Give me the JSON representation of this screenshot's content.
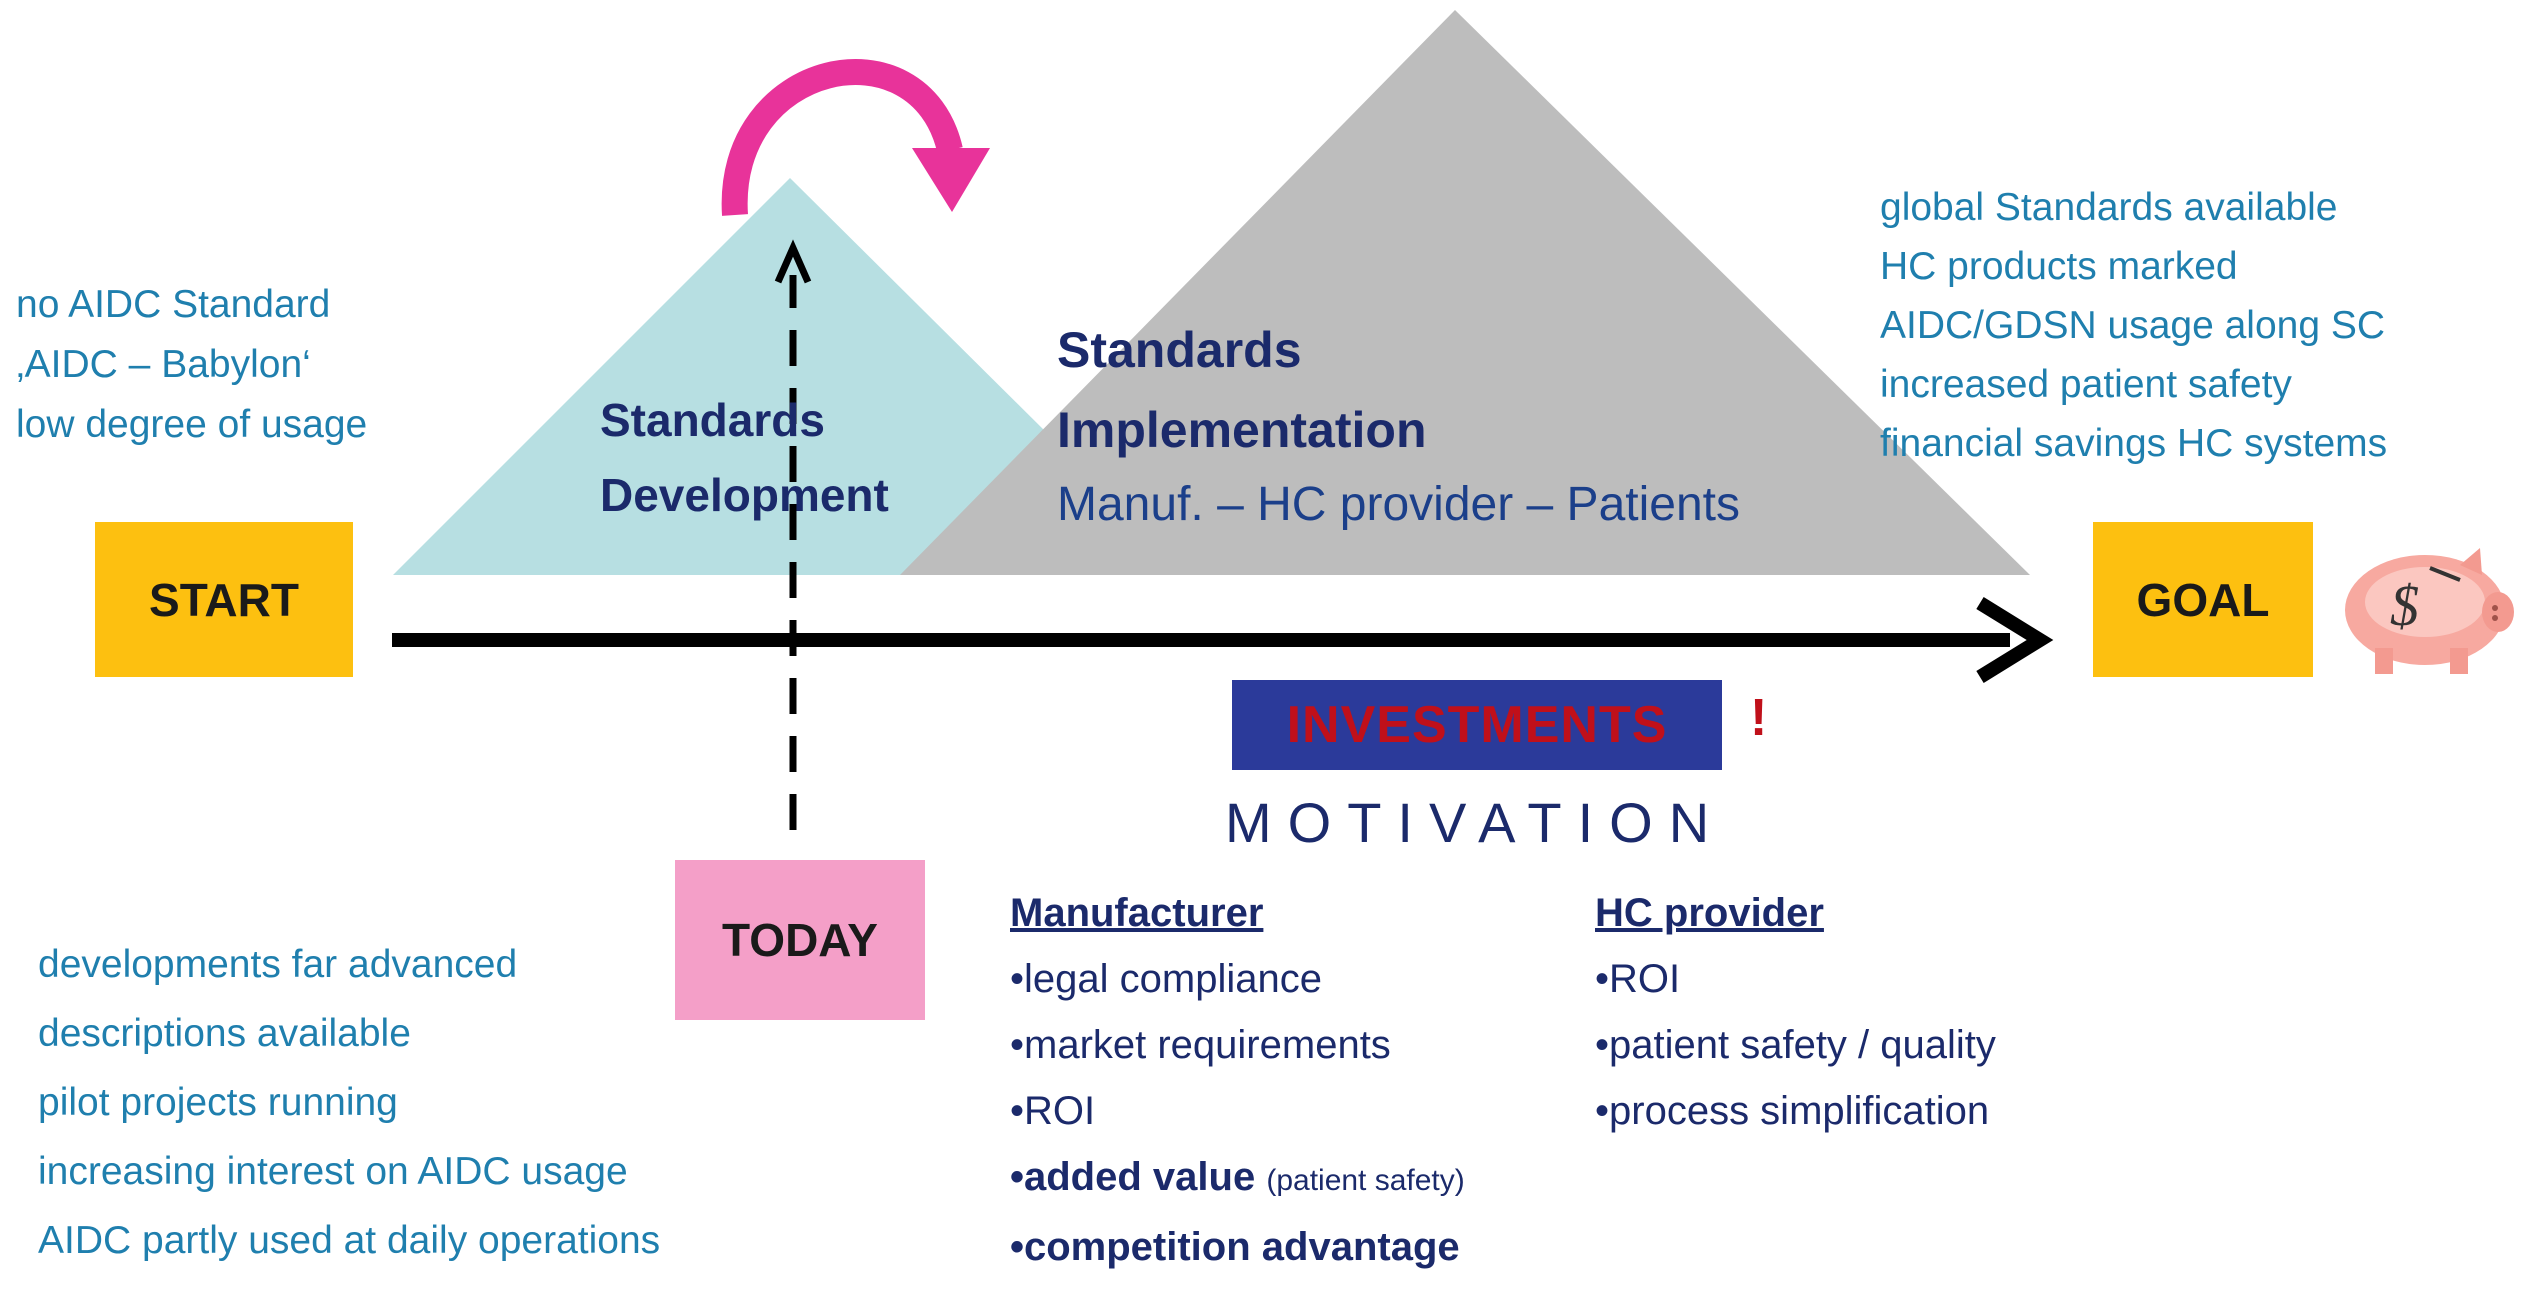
{
  "colors": {
    "start_box": "#FDC010",
    "goal_box": "#FDC010",
    "today_box": "#F49FC8",
    "dev_triangle": "#B7DFE2",
    "impl_triangle": "#BDBDBD",
    "curved_arrow": "#E8339A",
    "investments_bg": "#2B3A9A",
    "investments_text": "#C0101A",
    "blue_text": "#1F7FAE",
    "navy_text": "#1B2A6B"
  },
  "start": {
    "label": "START",
    "notes": [
      "no AIDC Standard",
      "‚AIDC – Babylon‘",
      "low degree of usage"
    ]
  },
  "goal": {
    "label": "GOAL",
    "icon": "piggy-bank-icon",
    "notes": [
      "global Standards available",
      "HC products marked",
      "AIDC/GDSN usage along SC",
      "increased patient safety",
      "financial savings HC systems"
    ]
  },
  "today": {
    "label": "TODAY",
    "notes": [
      "developments far advanced",
      "descriptions available",
      "pilot projects running",
      "increasing interest on AIDC usage",
      "AIDC partly used at daily operations"
    ]
  },
  "development": {
    "line1": "Standards",
    "line2": "Development"
  },
  "implementation": {
    "line1": "Standards",
    "line2": "Implementation",
    "line3": "Manuf. – HC provider – Patients"
  },
  "investments": {
    "label": "INVESTMENTS",
    "exclaim": "!"
  },
  "motivation": {
    "title": "MOTIVATION",
    "manufacturer": {
      "heading": "Manufacturer",
      "items": [
        "•legal compliance",
        "•market requirements",
        "•ROI",
        "•added value",
        "•competition advantage"
      ],
      "added_value_note": "(patient safety)"
    },
    "hc_provider": {
      "heading": "HC provider",
      "items": [
        "•ROI",
        "•patient safety / quality",
        "•process simplification"
      ]
    }
  }
}
